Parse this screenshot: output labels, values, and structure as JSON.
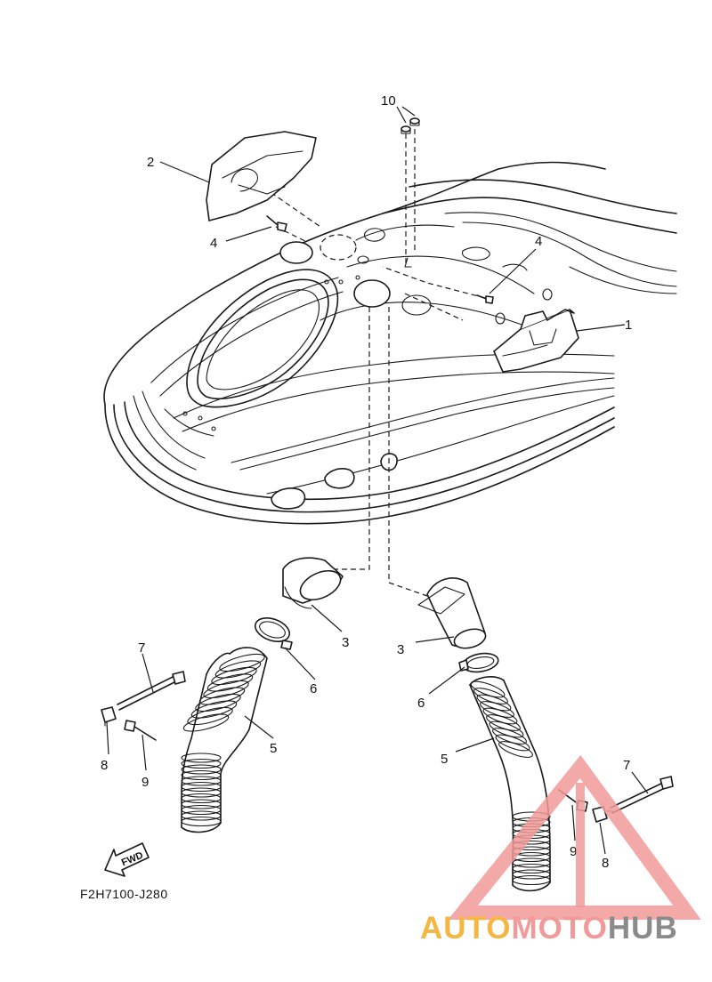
{
  "diagram": {
    "code": "F2H7100-J280",
    "fwd_label": "FWD",
    "callouts": [
      {
        "id": "c1",
        "label": "1"
      },
      {
        "id": "c2",
        "label": "2"
      },
      {
        "id": "c3a",
        "label": "3"
      },
      {
        "id": "c3b",
        "label": "3"
      },
      {
        "id": "c4a",
        "label": "4"
      },
      {
        "id": "c4b",
        "label": "4"
      },
      {
        "id": "c5a",
        "label": "5"
      },
      {
        "id": "c5b",
        "label": "5"
      },
      {
        "id": "c6a",
        "label": "6"
      },
      {
        "id": "c6b",
        "label": "6"
      },
      {
        "id": "c7a",
        "label": "7"
      },
      {
        "id": "c7b",
        "label": "7"
      },
      {
        "id": "c8a",
        "label": "8"
      },
      {
        "id": "c8b",
        "label": "8"
      },
      {
        "id": "c9a",
        "label": "9"
      },
      {
        "id": "c9b",
        "label": "9"
      },
      {
        "id": "c10",
        "label": "10"
      }
    ]
  },
  "watermark": {
    "part1": "AUTO",
    "part2": "MOTO",
    "part3": "HUB",
    "colors": {
      "auto": "#f5b642",
      "moto": "#f29a9a",
      "hub": "#8b8b8b",
      "triangle": "#f29a9a"
    }
  }
}
